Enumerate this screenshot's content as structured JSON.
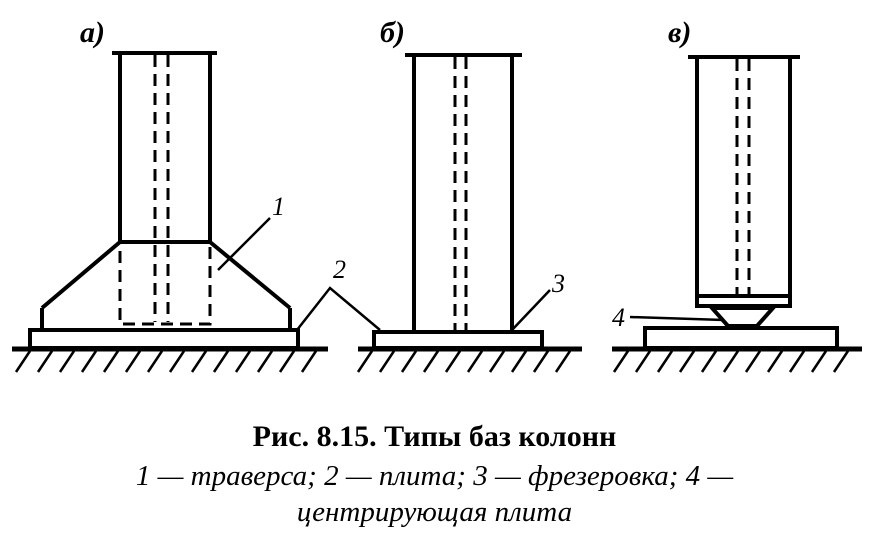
{
  "figure": {
    "variant_labels": [
      "а)",
      "б)",
      "в)"
    ],
    "callouts": [
      "1",
      "2",
      "3",
      "4"
    ]
  },
  "caption": {
    "title": "Рис. 8.15. Типы баз колонн",
    "legend": "1 — траверса; 2 — плита; 3 — фрезеровка; 4 — центрирующая плита"
  }
}
